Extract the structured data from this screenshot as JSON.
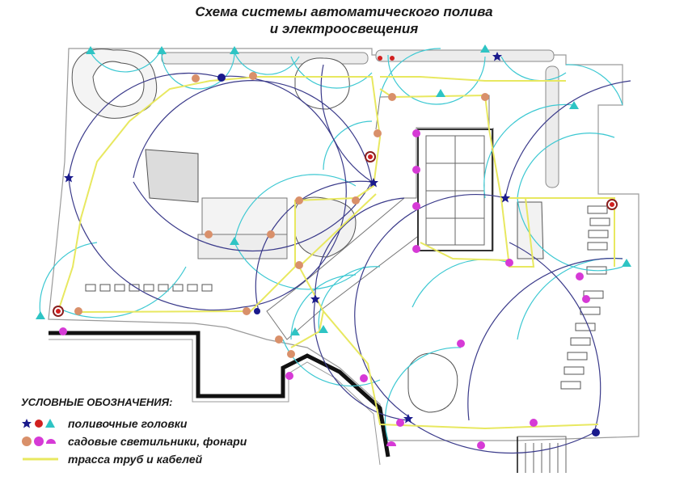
{
  "title": {
    "line1": "Схема системы автоматического полива",
    "line2": "и электроосвещения"
  },
  "legend": {
    "title": "УСЛОВНЫЕ ОБОЗНАЧЕНИЯ:",
    "items": [
      {
        "label": "поливочные головки",
        "icon": "sprinkler-heads-icon"
      },
      {
        "label": "садовые светильники, фонари",
        "icon": "garden-lights-icon"
      },
      {
        "label": "трасса труб и кабелей",
        "icon": "pipe-cable-line-icon"
      }
    ]
  },
  "colors": {
    "sprinkler_star": "#1a1a8c",
    "sprinkler_circle": "#d12020",
    "sprinkler_triangle": "#2ec4c4",
    "lamp_orange": "#d9906a",
    "lamp_magenta": "#d63ad6",
    "pipe_line": "#e8e860",
    "spray_cyan": "#3cc8d2",
    "spray_navy": "#3a3a8a",
    "wall": "#111111"
  }
}
